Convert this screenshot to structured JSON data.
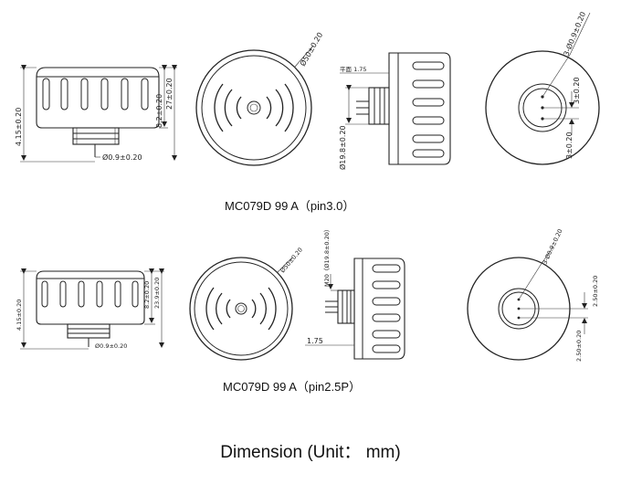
{
  "footer_title": "Dimension (Unit： mm)",
  "variants": [
    {
      "caption": "MC079D 99 A（pin3.0）",
      "dims": {
        "total_height": "4.15±0.20",
        "body_height": "8.2±0.20",
        "overall_height": "27±0.20",
        "pin_diameter": "Ø0.9±0.20",
        "outer_diameter": "Ø50±0.20",
        "flange": "平面 1.75",
        "thread_diameter": "Ø19.8±0.20",
        "pin_hole_diameter": "3-Ø0.9±0.20",
        "pin_spacing_1": "3±0.20",
        "pin_spacing_2": "3±0.20"
      }
    },
    {
      "caption": "MC079D 99 A（pin2.5P）",
      "dims": {
        "total_height": "4.15±0.20",
        "body_height": "8.2±0.20",
        "overall_height": "23.9±0.20",
        "pin_diameter": "Ø0.9±0.20",
        "outer_diameter": "Ø50±0.20",
        "thread_label": "M20（Ø19.8±0.20）",
        "flange": "1.75",
        "pin_hole_diameter": "3-Ø0.9±0.20",
        "pin_spacing_1": "2.50±0.20",
        "pin_spacing_2": "2.50±0.20"
      }
    }
  ]
}
